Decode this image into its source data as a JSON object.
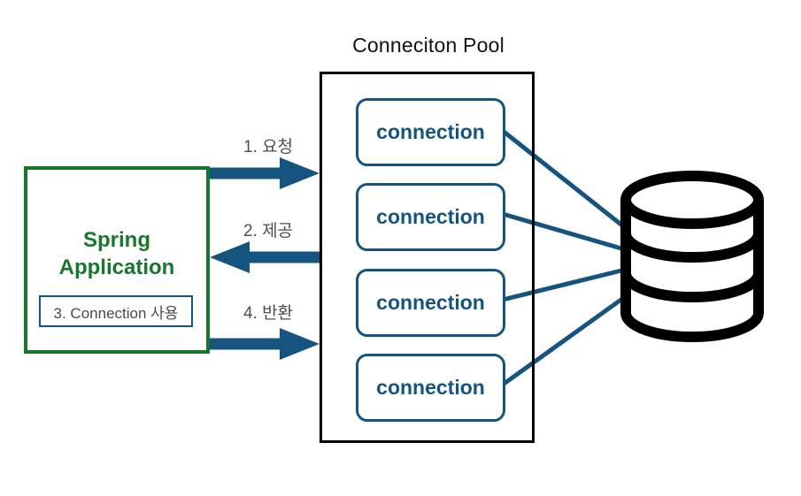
{
  "colors": {
    "blue": "#15547f",
    "green": "#17772d",
    "ink": "#000000",
    "label_gray": "#4d4d4d"
  },
  "title": "Conneciton Pool",
  "spring_application": {
    "name_line1": "Spring",
    "name_line2": "Application",
    "usage_label": "3. Connection 사용"
  },
  "flow_arrows": [
    {
      "label": "1. 요청",
      "direction": "right"
    },
    {
      "label": "2. 제공",
      "direction": "left"
    },
    {
      "label": "4. 반환",
      "direction": "right"
    }
  ],
  "connection_pool": {
    "connections": [
      "connection",
      "connection",
      "connection",
      "connection"
    ]
  },
  "database": {
    "icon": "database-cylinder-icon"
  }
}
